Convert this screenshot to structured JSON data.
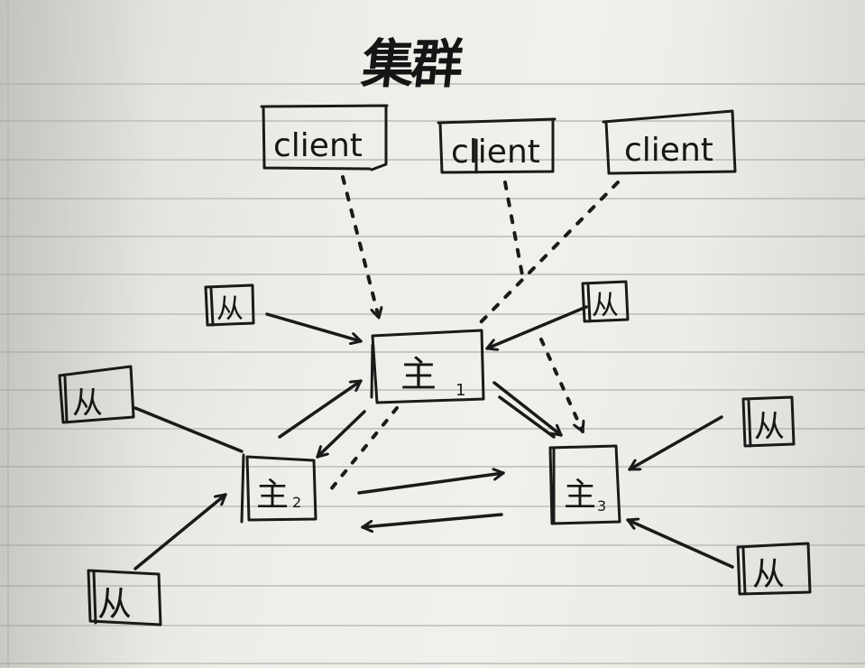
{
  "title": "集群",
  "clients": [
    {
      "label": "client"
    },
    {
      "label": "client"
    },
    {
      "label": "client"
    }
  ],
  "masters": [
    {
      "label": "主",
      "sub": "1"
    },
    {
      "label": "主",
      "sub": "2"
    },
    {
      "label": "主",
      "sub": "3"
    }
  ],
  "slaves": [
    {
      "label": "从"
    },
    {
      "label": "从"
    },
    {
      "label": "从"
    },
    {
      "label": "从"
    },
    {
      "label": "从"
    },
    {
      "label": "从"
    }
  ],
  "ink_color": "#1a1a1a",
  "paper_color": "#eeeee9"
}
